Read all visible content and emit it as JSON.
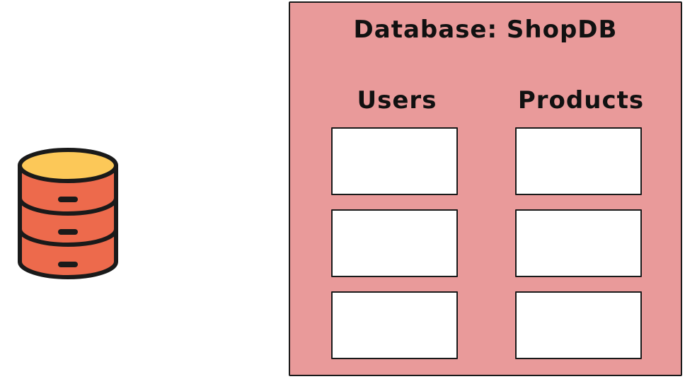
{
  "colors": {
    "panel_fill": "#e99a9a",
    "cylinder_top": "#fcc858",
    "cylinder_body": "#ed6a4c",
    "outline": "#1a1a1a"
  },
  "icon": "database-cylinder-icon",
  "database": {
    "title": "Database: ShopDB",
    "tables": [
      {
        "name": "Users",
        "rows": 3
      },
      {
        "name": "Products",
        "rows": 3
      }
    ]
  }
}
